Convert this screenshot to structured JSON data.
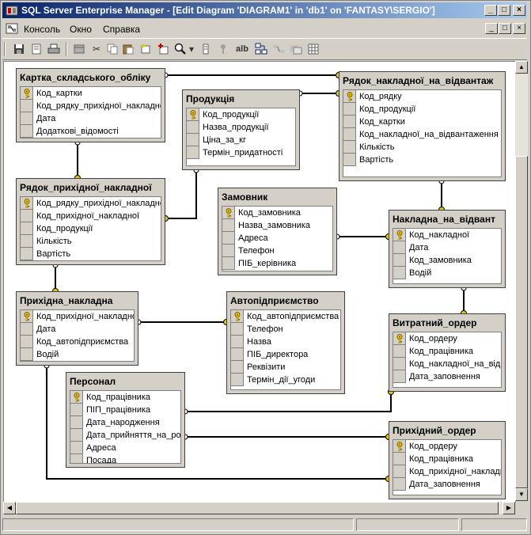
{
  "window": {
    "title": "SQL Server Enterprise Manager - [Edit Diagram 'DIAGRAM1' in 'db1' on 'FANTASY\\SERGIO']",
    "caption_buttons": [
      "_",
      "□",
      "×"
    ],
    "doc_buttons": [
      "_",
      "□",
      "×"
    ]
  },
  "menu": {
    "items": [
      "Консоль",
      "Окно",
      "Справка"
    ]
  },
  "toolbar": {
    "icons": [
      "save-icon",
      "properties-icon",
      "print-icon",
      "new-table-icon",
      "cut-icon",
      "copy-icon",
      "paste-icon",
      "insert-icon",
      "add-table-icon",
      "zoom-icon",
      "zoom-dropdown-icon",
      "relationship-icon",
      "text-annotation-icon",
      "arrange-tables-icon",
      "autosize-icon",
      "show-relationship-labels-icon",
      "grid-icon"
    ],
    "text_button": "alb"
  },
  "tables": [
    {
      "name": "Картка_складського_обліку",
      "fields": [
        {
          "name": "Код_картки",
          "key": true
        },
        {
          "name": "Код_рядку_прихідної_накладної",
          "key": false
        },
        {
          "name": "Дата",
          "key": false
        },
        {
          "name": "Додаткові_відомості",
          "key": false
        }
      ]
    },
    {
      "name": "Продукція",
      "fields": [
        {
          "name": "Код_продукції",
          "key": true
        },
        {
          "name": "Назва_продукції",
          "key": false
        },
        {
          "name": "Ціна_за_кг",
          "key": false
        },
        {
          "name": "Термін_придатності",
          "key": false
        }
      ]
    },
    {
      "name": "Рядок_накладної_на_відвантаж",
      "fields": [
        {
          "name": "Код_рядку",
          "key": true
        },
        {
          "name": "Код_продукції",
          "key": false
        },
        {
          "name": "Код_картки",
          "key": false
        },
        {
          "name": "Код_накладної_на_відвантаження",
          "key": false
        },
        {
          "name": "Кількість",
          "key": false
        },
        {
          "name": "Вартість",
          "key": false
        }
      ]
    },
    {
      "name": "Рядок_прихідної_накладної",
      "fields": [
        {
          "name": "Код_рядку_прихідної_накладної",
          "key": true
        },
        {
          "name": "Код_прихідної_накладної",
          "key": false
        },
        {
          "name": "Код_продукції",
          "key": false
        },
        {
          "name": "Кількість",
          "key": false
        },
        {
          "name": "Вартість",
          "key": false
        }
      ]
    },
    {
      "name": "Замовник",
      "fields": [
        {
          "name": "Код_замовника",
          "key": true
        },
        {
          "name": "Назва_замовника",
          "key": false
        },
        {
          "name": "Адреса",
          "key": false
        },
        {
          "name": "Телефон",
          "key": false
        },
        {
          "name": "ПІБ_керівника",
          "key": false
        }
      ]
    },
    {
      "name": "Накладна_на_відвант",
      "fields": [
        {
          "name": "Код_накладної",
          "key": true
        },
        {
          "name": "Дата",
          "key": false
        },
        {
          "name": "Код_замовника",
          "key": false
        },
        {
          "name": "Водій",
          "key": false
        }
      ]
    },
    {
      "name": "Прихідна_накладна",
      "fields": [
        {
          "name": "Код_прихідної_накладної",
          "key": true
        },
        {
          "name": "Дата",
          "key": false
        },
        {
          "name": "Код_автопідприємства",
          "key": false
        },
        {
          "name": "Водій",
          "key": false
        }
      ]
    },
    {
      "name": "Автопідприємство",
      "fields": [
        {
          "name": "Код_автопідприємства",
          "key": true
        },
        {
          "name": "Телефон",
          "key": false
        },
        {
          "name": "Назва",
          "key": false
        },
        {
          "name": "ПІБ_директора",
          "key": false
        },
        {
          "name": "Реквізити",
          "key": false
        },
        {
          "name": "Термін_дії_угоди",
          "key": false
        }
      ]
    },
    {
      "name": "Витратний_ордер",
      "fields": [
        {
          "name": "Код_ордеру",
          "key": true
        },
        {
          "name": "Код_працівника",
          "key": false
        },
        {
          "name": "Код_накладної_на_відвантаження",
          "key": false
        },
        {
          "name": "Дата_заповнення",
          "key": false
        }
      ]
    },
    {
      "name": "Персонал",
      "fields": [
        {
          "name": "Код_працівника",
          "key": true
        },
        {
          "name": "ПІП_працівника",
          "key": false
        },
        {
          "name": "Дата_народження",
          "key": false
        },
        {
          "name": "Дата_прийняття_на_роботу",
          "key": false
        },
        {
          "name": "Адреса",
          "key": false
        },
        {
          "name": "Посада",
          "key": false
        }
      ]
    },
    {
      "name": "Прихідний_ордер",
      "fields": [
        {
          "name": "Код_ордеру",
          "key": true
        },
        {
          "name": "Код_працівника",
          "key": false
        },
        {
          "name": "Код_прихідної_накладної",
          "key": false
        },
        {
          "name": "Дата_заповнення",
          "key": false
        }
      ]
    }
  ],
  "relationships": [
    {
      "from": "Картка_складського_обліку",
      "to": "Рядок_накладної_на_відвантаж"
    },
    {
      "from": "Продукція",
      "to": "Рядок_накладної_на_відвантаж"
    },
    {
      "from": "Картка_складського_обліку",
      "to": "Рядок_прихідної_накладної"
    },
    {
      "from": "Продукція",
      "to": "Рядок_прихідної_накладної"
    },
    {
      "from": "Рядок_накладної_на_відвантаж",
      "to": "Накладна_на_відвант"
    },
    {
      "from": "Замовник",
      "to": "Накладна_на_відвант"
    },
    {
      "from": "Рядок_прихідної_накладної",
      "to": "Прихідна_накладна"
    },
    {
      "from": "Прихідна_накладна",
      "to": "Автопідприємство"
    },
    {
      "from": "Накладна_на_відвант",
      "to": "Витратний_ордер"
    },
    {
      "from": "Персонал",
      "to": "Витратний_ордер"
    },
    {
      "from": "Персонал",
      "to": "Прихідний_ордер"
    },
    {
      "from": "Прихідна_накладна",
      "to": "Прихідний_ордер"
    }
  ],
  "colors": {
    "title_start": "#0a246a",
    "title_end": "#a6caf0",
    "face": "#d4d0c8",
    "key": "#e8c800"
  }
}
